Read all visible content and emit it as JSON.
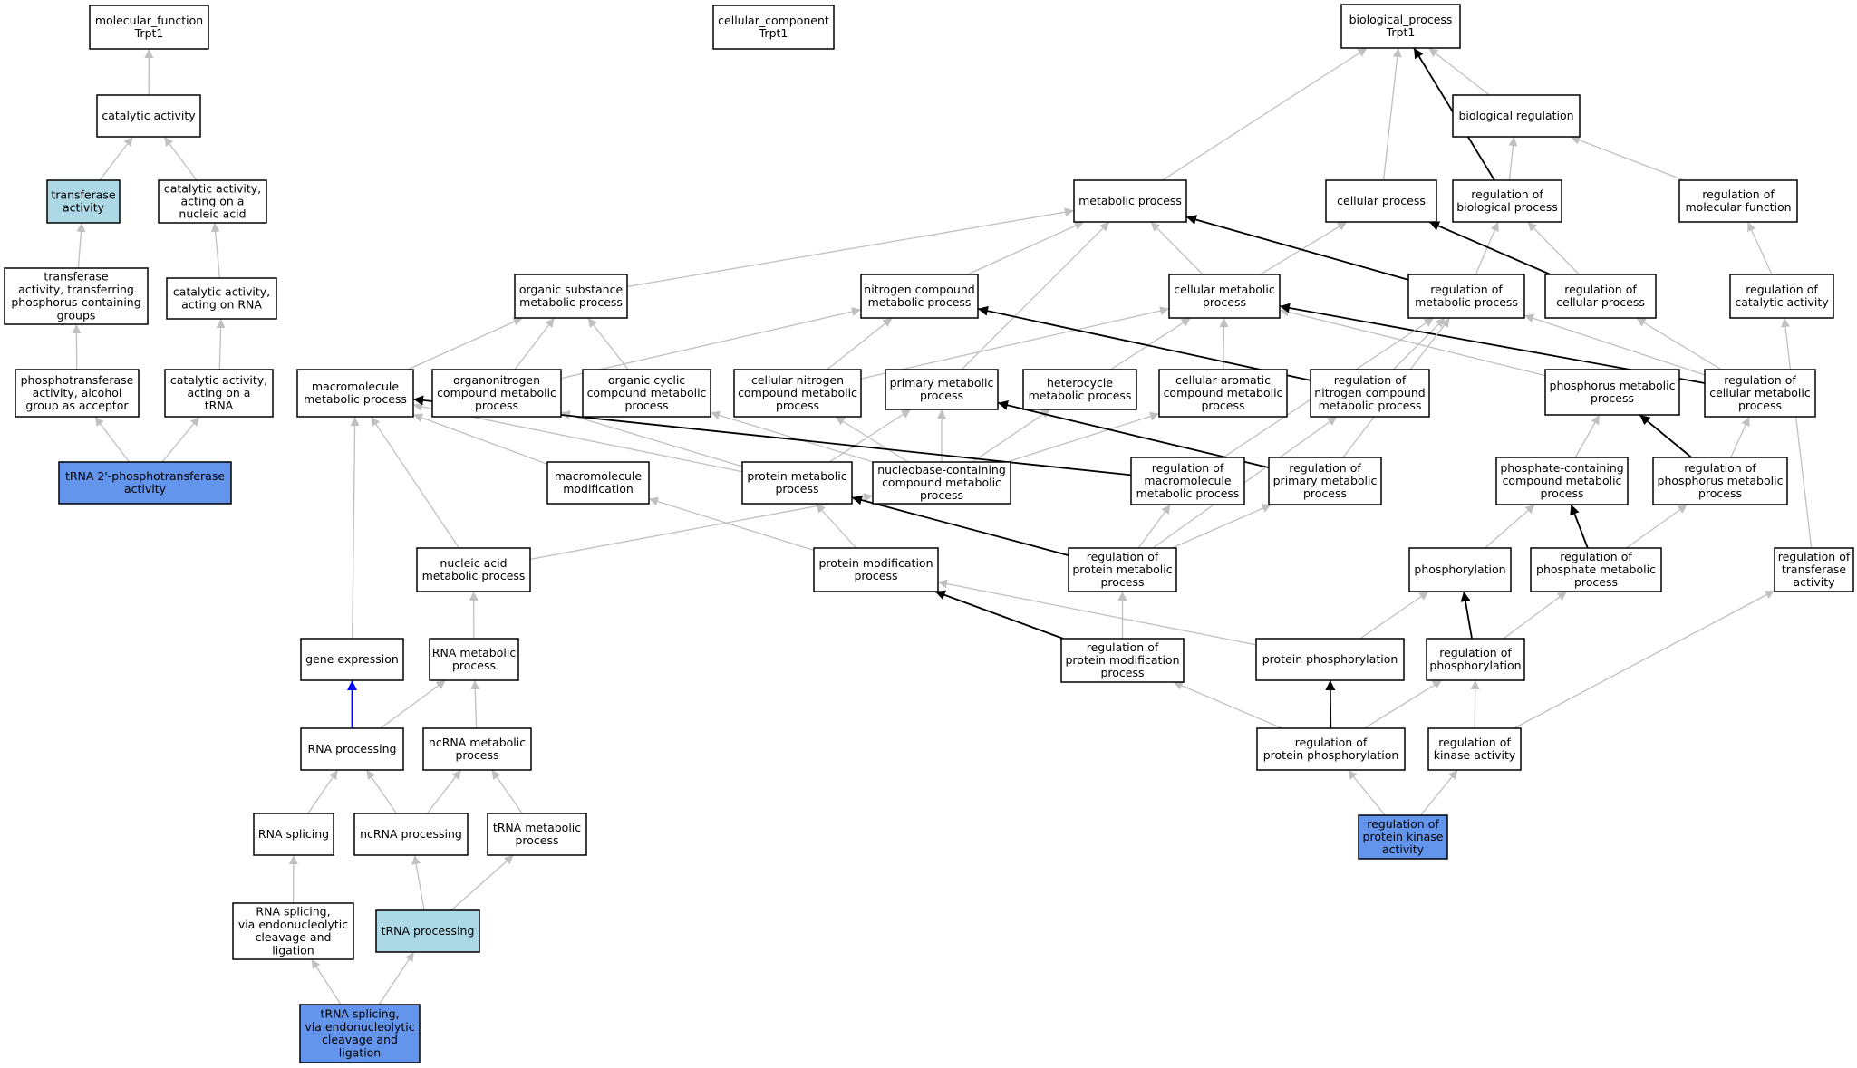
{
  "colors": {
    "plain": "#ffffff",
    "light": "#add8e6",
    "dark": "#6495ed",
    "grey_edge": "#c0c0c0",
    "black_edge": "#000000",
    "blue_edge": "#0000ff"
  },
  "nodes": [
    {
      "id": "molecular_function",
      "lines": [
        "molecular_function",
        "Trpt1"
      ],
      "fill": "plain"
    },
    {
      "id": "cellular_component",
      "lines": [
        "cellular_component",
        "Trpt1"
      ],
      "fill": "plain"
    },
    {
      "id": "biological_process",
      "lines": [
        "biological_process",
        "Trpt1"
      ],
      "fill": "plain"
    },
    {
      "id": "catalytic_activity",
      "lines": [
        "catalytic activity"
      ],
      "fill": "plain"
    },
    {
      "id": "biological_regulation",
      "lines": [
        "biological regulation"
      ],
      "fill": "plain"
    },
    {
      "id": "transferase_activity",
      "lines": [
        "transferase",
        "activity"
      ],
      "fill": "light"
    },
    {
      "id": "cat_nucleic",
      "lines": [
        "catalytic activity,",
        "acting on a",
        "nucleic acid"
      ],
      "fill": "plain"
    },
    {
      "id": "metabolic_process",
      "lines": [
        "metabolic process"
      ],
      "fill": "plain"
    },
    {
      "id": "cellular_process",
      "lines": [
        "cellular process"
      ],
      "fill": "plain"
    },
    {
      "id": "reg_bio_process",
      "lines": [
        "regulation of",
        "biological process"
      ],
      "fill": "plain"
    },
    {
      "id": "reg_mol_function",
      "lines": [
        "regulation of",
        "molecular function"
      ],
      "fill": "plain"
    },
    {
      "id": "transferase_phos",
      "lines": [
        "transferase",
        "activity, transferring",
        "phosphorus-containing",
        "groups"
      ],
      "fill": "plain"
    },
    {
      "id": "cat_rna",
      "lines": [
        "catalytic activity,",
        "acting on RNA"
      ],
      "fill": "plain"
    },
    {
      "id": "org_subst_met",
      "lines": [
        "organic substance",
        "metabolic process"
      ],
      "fill": "plain"
    },
    {
      "id": "nitrogen_met",
      "lines": [
        "nitrogen compound",
        "metabolic process"
      ],
      "fill": "plain"
    },
    {
      "id": "cell_met",
      "lines": [
        "cellular metabolic",
        "process"
      ],
      "fill": "plain"
    },
    {
      "id": "reg_met",
      "lines": [
        "regulation of",
        "metabolic process"
      ],
      "fill": "plain"
    },
    {
      "id": "reg_cell_proc",
      "lines": [
        "regulation of",
        "cellular process"
      ],
      "fill": "plain"
    },
    {
      "id": "reg_cat_act",
      "lines": [
        "regulation of",
        "catalytic activity"
      ],
      "fill": "plain"
    },
    {
      "id": "phosphotransferase",
      "lines": [
        "phosphotransferase",
        "activity, alcohol",
        "group as acceptor"
      ],
      "fill": "plain"
    },
    {
      "id": "cat_trna",
      "lines": [
        "catalytic activity,",
        "acting on a",
        "tRNA"
      ],
      "fill": "plain"
    },
    {
      "id": "macromol_met",
      "lines": [
        "macromolecule",
        "metabolic process"
      ],
      "fill": "plain"
    },
    {
      "id": "organonitrogen",
      "lines": [
        "organonitrogen",
        "compound metabolic",
        "process"
      ],
      "fill": "plain"
    },
    {
      "id": "organic_cyclic",
      "lines": [
        "organic cyclic",
        "compound metabolic",
        "process"
      ],
      "fill": "plain"
    },
    {
      "id": "cell_nitrogen",
      "lines": [
        "cellular nitrogen",
        "compound metabolic",
        "process"
      ],
      "fill": "plain"
    },
    {
      "id": "primary_met",
      "lines": [
        "primary metabolic",
        "process"
      ],
      "fill": "plain"
    },
    {
      "id": "heterocycle",
      "lines": [
        "heterocycle",
        "metabolic process"
      ],
      "fill": "plain"
    },
    {
      "id": "cell_aromatic",
      "lines": [
        "cellular aromatic",
        "compound metabolic",
        "process"
      ],
      "fill": "plain"
    },
    {
      "id": "reg_nitrogen",
      "lines": [
        "regulation of",
        "nitrogen compound",
        "metabolic process"
      ],
      "fill": "plain"
    },
    {
      "id": "phosphorus_met",
      "lines": [
        "phosphorus metabolic",
        "process"
      ],
      "fill": "plain"
    },
    {
      "id": "reg_cell_met",
      "lines": [
        "regulation of",
        "cellular metabolic",
        "process"
      ],
      "fill": "plain"
    },
    {
      "id": "trna_phosphotransferase",
      "lines": [
        "tRNA 2'-phosphotransferase",
        "activity"
      ],
      "fill": "dark"
    },
    {
      "id": "macromol_mod",
      "lines": [
        "macromolecule",
        "modification"
      ],
      "fill": "plain"
    },
    {
      "id": "protein_met",
      "lines": [
        "protein metabolic",
        "process"
      ],
      "fill": "plain"
    },
    {
      "id": "nucleobase",
      "lines": [
        "nucleobase-containing",
        "compound metabolic",
        "process"
      ],
      "fill": "plain"
    },
    {
      "id": "reg_macromol",
      "lines": [
        "regulation of",
        "macromolecule",
        "metabolic process"
      ],
      "fill": "plain"
    },
    {
      "id": "reg_primary",
      "lines": [
        "regulation of",
        "primary metabolic",
        "process"
      ],
      "fill": "plain"
    },
    {
      "id": "phosphate_cont",
      "lines": [
        "phosphate-containing",
        "compound metabolic",
        "process"
      ],
      "fill": "plain"
    },
    {
      "id": "reg_phosphorus",
      "lines": [
        "regulation of",
        "phosphorus metabolic",
        "process"
      ],
      "fill": "plain"
    },
    {
      "id": "nucleic_acid_met",
      "lines": [
        "nucleic acid",
        "metabolic process"
      ],
      "fill": "plain"
    },
    {
      "id": "protein_mod",
      "lines": [
        "protein modification",
        "process"
      ],
      "fill": "plain"
    },
    {
      "id": "reg_protein_met",
      "lines": [
        "regulation of",
        "protein metabolic",
        "process"
      ],
      "fill": "plain"
    },
    {
      "id": "phosphorylation",
      "lines": [
        "phosphorylation"
      ],
      "fill": "plain"
    },
    {
      "id": "reg_phosphate",
      "lines": [
        "regulation of",
        "phosphate metabolic",
        "process"
      ],
      "fill": "plain"
    },
    {
      "id": "reg_transferase",
      "lines": [
        "regulation of",
        "transferase",
        "activity"
      ],
      "fill": "plain"
    },
    {
      "id": "gene_expression",
      "lines": [
        "gene expression"
      ],
      "fill": "plain"
    },
    {
      "id": "rna_met",
      "lines": [
        "RNA metabolic",
        "process"
      ],
      "fill": "plain"
    },
    {
      "id": "reg_protein_mod",
      "lines": [
        "regulation of",
        "protein modification",
        "process"
      ],
      "fill": "plain"
    },
    {
      "id": "protein_phos",
      "lines": [
        "protein phosphorylation"
      ],
      "fill": "plain"
    },
    {
      "id": "reg_phosphorylation",
      "lines": [
        "regulation of",
        "phosphorylation"
      ],
      "fill": "plain"
    },
    {
      "id": "rna_processing",
      "lines": [
        "RNA processing"
      ],
      "fill": "plain"
    },
    {
      "id": "ncrna_met",
      "lines": [
        "ncRNA metabolic",
        "process"
      ],
      "fill": "plain"
    },
    {
      "id": "reg_protein_phos",
      "lines": [
        "regulation of",
        "protein phosphorylation"
      ],
      "fill": "plain"
    },
    {
      "id": "reg_kinase",
      "lines": [
        "regulation of",
        "kinase activity"
      ],
      "fill": "plain"
    },
    {
      "id": "rna_splicing",
      "lines": [
        "RNA splicing"
      ],
      "fill": "plain"
    },
    {
      "id": "ncrna_processing",
      "lines": [
        "ncRNA processing"
      ],
      "fill": "plain"
    },
    {
      "id": "trna_met",
      "lines": [
        "tRNA metabolic",
        "process"
      ],
      "fill": "plain"
    },
    {
      "id": "reg_protein_kinase",
      "lines": [
        "regulation of",
        "protein kinase",
        "activity"
      ],
      "fill": "dark"
    },
    {
      "id": "rna_splicing_endo",
      "lines": [
        "RNA splicing,",
        "via endonucleolytic",
        "cleavage and",
        "ligation"
      ],
      "fill": "plain"
    },
    {
      "id": "trna_processing",
      "lines": [
        "tRNA processing"
      ],
      "fill": "light"
    },
    {
      "id": "trna_splicing",
      "lines": [
        "tRNA splicing,",
        "via endonucleolytic",
        "cleavage and",
        "ligation"
      ],
      "fill": "dark"
    }
  ],
  "edges": [
    {
      "from": "catalytic_activity",
      "to": "molecular_function",
      "type": "grey"
    },
    {
      "from": "transferase_activity",
      "to": "catalytic_activity",
      "type": "grey"
    },
    {
      "from": "cat_nucleic",
      "to": "catalytic_activity",
      "type": "grey"
    },
    {
      "from": "transferase_phos",
      "to": "transferase_activity",
      "type": "grey"
    },
    {
      "from": "cat_rna",
      "to": "cat_nucleic",
      "type": "grey"
    },
    {
      "from": "phosphotransferase",
      "to": "transferase_phos",
      "type": "grey"
    },
    {
      "from": "cat_trna",
      "to": "cat_rna",
      "type": "grey"
    },
    {
      "from": "trna_phosphotransferase",
      "to": "phosphotransferase",
      "type": "grey"
    },
    {
      "from": "trna_phosphotransferase",
      "to": "cat_trna",
      "type": "grey"
    },
    {
      "from": "biological_regulation",
      "to": "biological_process",
      "type": "grey"
    },
    {
      "from": "metabolic_process",
      "to": "biological_process",
      "type": "grey"
    },
    {
      "from": "cellular_process",
      "to": "biological_process",
      "type": "grey"
    },
    {
      "from": "reg_bio_process",
      "to": "biological_process",
      "type": "black"
    },
    {
      "from": "reg_bio_process",
      "to": "biological_regulation",
      "type": "grey"
    },
    {
      "from": "reg_mol_function",
      "to": "biological_regulation",
      "type": "grey"
    },
    {
      "from": "org_subst_met",
      "to": "metabolic_process",
      "type": "grey"
    },
    {
      "from": "nitrogen_met",
      "to": "metabolic_process",
      "type": "grey"
    },
    {
      "from": "cell_met",
      "to": "metabolic_process",
      "type": "grey"
    },
    {
      "from": "cell_met",
      "to": "cellular_process",
      "type": "grey"
    },
    {
      "from": "reg_met",
      "to": "metabolic_process",
      "type": "black"
    },
    {
      "from": "reg_met",
      "to": "reg_bio_process",
      "type": "grey"
    },
    {
      "from": "reg_cell_proc",
      "to": "cellular_process",
      "type": "black"
    },
    {
      "from": "reg_cell_proc",
      "to": "reg_bio_process",
      "type": "grey"
    },
    {
      "from": "reg_cat_act",
      "to": "reg_mol_function",
      "type": "grey"
    },
    {
      "from": "primary_met",
      "to": "metabolic_process",
      "type": "grey"
    },
    {
      "from": "macromol_met",
      "to": "org_subst_met",
      "type": "grey"
    },
    {
      "from": "organonitrogen",
      "to": "org_subst_met",
      "type": "grey"
    },
    {
      "from": "organonitrogen",
      "to": "nitrogen_met",
      "type": "grey"
    },
    {
      "from": "organic_cyclic",
      "to": "org_subst_met",
      "type": "grey"
    },
    {
      "from": "cell_nitrogen",
      "to": "nitrogen_met",
      "type": "grey"
    },
    {
      "from": "cell_nitrogen",
      "to": "cell_met",
      "type": "grey"
    },
    {
      "from": "heterocycle",
      "to": "cell_met",
      "type": "grey"
    },
    {
      "from": "cell_aromatic",
      "to": "cell_met",
      "type": "grey"
    },
    {
      "from": "reg_nitrogen",
      "to": "nitrogen_met",
      "type": "black"
    },
    {
      "from": "reg_nitrogen",
      "to": "reg_met",
      "type": "grey"
    },
    {
      "from": "phosphorus_met",
      "to": "cell_met",
      "type": "grey"
    },
    {
      "from": "reg_cell_met",
      "to": "cell_met",
      "type": "black"
    },
    {
      "from": "reg_cell_met",
      "to": "reg_met",
      "type": "grey"
    },
    {
      "from": "reg_cell_met",
      "to": "reg_cell_proc",
      "type": "grey"
    },
    {
      "from": "protein_met",
      "to": "primary_met",
      "type": "grey"
    },
    {
      "from": "protein_met",
      "to": "macromol_met",
      "type": "grey"
    },
    {
      "from": "protein_met",
      "to": "organonitrogen",
      "type": "grey"
    },
    {
      "from": "nucleobase",
      "to": "primary_met",
      "type": "grey"
    },
    {
      "from": "nucleobase",
      "to": "organic_cyclic",
      "type": "grey"
    },
    {
      "from": "nucleobase",
      "to": "cell_nitrogen",
      "type": "grey"
    },
    {
      "from": "nucleobase",
      "to": "heterocycle",
      "type": "grey"
    },
    {
      "from": "nucleobase",
      "to": "cell_aromatic",
      "type": "grey"
    },
    {
      "from": "macromol_mod",
      "to": "macromol_met",
      "type": "grey"
    },
    {
      "from": "reg_macromol",
      "to": "macromol_met",
      "type": "black"
    },
    {
      "from": "reg_macromol",
      "to": "reg_met",
      "type": "grey"
    },
    {
      "from": "reg_primary",
      "to": "primary_met",
      "type": "black"
    },
    {
      "from": "reg_primary",
      "to": "reg_met",
      "type": "grey"
    },
    {
      "from": "phosphate_cont",
      "to": "phosphorus_met",
      "type": "grey"
    },
    {
      "from": "reg_phosphorus",
      "to": "phosphorus_met",
      "type": "black"
    },
    {
      "from": "reg_phosphorus",
      "to": "reg_cell_met",
      "type": "grey"
    },
    {
      "from": "nucleic_acid_met",
      "to": "macromol_met",
      "type": "grey"
    },
    {
      "from": "nucleic_acid_met",
      "to": "nucleobase",
      "type": "grey"
    },
    {
      "from": "protein_mod",
      "to": "protein_met",
      "type": "grey"
    },
    {
      "from": "protein_mod",
      "to": "macromol_mod",
      "type": "grey"
    },
    {
      "from": "reg_protein_met",
      "to": "protein_met",
      "type": "black"
    },
    {
      "from": "reg_protein_met",
      "to": "reg_macromol",
      "type": "grey"
    },
    {
      "from": "reg_protein_met",
      "to": "reg_primary",
      "type": "grey"
    },
    {
      "from": "reg_protein_met",
      "to": "reg_nitrogen",
      "type": "grey"
    },
    {
      "from": "phosphorylation",
      "to": "phosphate_cont",
      "type": "grey"
    },
    {
      "from": "reg_phosphate",
      "to": "phosphate_cont",
      "type": "black"
    },
    {
      "from": "reg_phosphate",
      "to": "reg_phosphorus",
      "type": "grey"
    },
    {
      "from": "reg_transferase",
      "to": "reg_cat_act",
      "type": "grey"
    },
    {
      "from": "gene_expression",
      "to": "macromol_met",
      "type": "grey"
    },
    {
      "from": "rna_met",
      "to": "nucleic_acid_met",
      "type": "grey"
    },
    {
      "from": "reg_protein_mod",
      "to": "protein_mod",
      "type": "black"
    },
    {
      "from": "reg_protein_mod",
      "to": "reg_protein_met",
      "type": "grey"
    },
    {
      "from": "protein_phos",
      "to": "protein_mod",
      "type": "grey"
    },
    {
      "from": "protein_phos",
      "to": "phosphorylation",
      "type": "grey"
    },
    {
      "from": "reg_phosphorylation",
      "to": "phosphorylation",
      "type": "black"
    },
    {
      "from": "reg_phosphorylation",
      "to": "reg_phosphate",
      "type": "grey"
    },
    {
      "from": "rna_processing",
      "to": "gene_expression",
      "type": "blue"
    },
    {
      "from": "rna_processing",
      "to": "rna_met",
      "type": "grey"
    },
    {
      "from": "ncrna_met",
      "to": "rna_met",
      "type": "grey"
    },
    {
      "from": "reg_protein_phos",
      "to": "protein_phos",
      "type": "black"
    },
    {
      "from": "reg_protein_phos",
      "to": "reg_protein_mod",
      "type": "grey"
    },
    {
      "from": "reg_protein_phos",
      "to": "reg_phosphorylation",
      "type": "grey"
    },
    {
      "from": "reg_kinase",
      "to": "reg_phosphorylation",
      "type": "grey"
    },
    {
      "from": "reg_kinase",
      "to": "reg_transferase",
      "type": "grey"
    },
    {
      "from": "rna_splicing",
      "to": "rna_processing",
      "type": "grey"
    },
    {
      "from": "ncrna_processing",
      "to": "rna_processing",
      "type": "grey"
    },
    {
      "from": "ncrna_processing",
      "to": "ncrna_met",
      "type": "grey"
    },
    {
      "from": "trna_met",
      "to": "ncrna_met",
      "type": "grey"
    },
    {
      "from": "reg_protein_kinase",
      "to": "reg_protein_phos",
      "type": "grey"
    },
    {
      "from": "reg_protein_kinase",
      "to": "reg_kinase",
      "type": "grey"
    },
    {
      "from": "rna_splicing_endo",
      "to": "rna_splicing",
      "type": "grey"
    },
    {
      "from": "trna_processing",
      "to": "ncrna_processing",
      "type": "grey"
    },
    {
      "from": "trna_processing",
      "to": "trna_met",
      "type": "grey"
    },
    {
      "from": "trna_splicing",
      "to": "rna_splicing_endo",
      "type": "grey"
    },
    {
      "from": "trna_splicing",
      "to": "trna_processing",
      "type": "grey"
    }
  ]
}
